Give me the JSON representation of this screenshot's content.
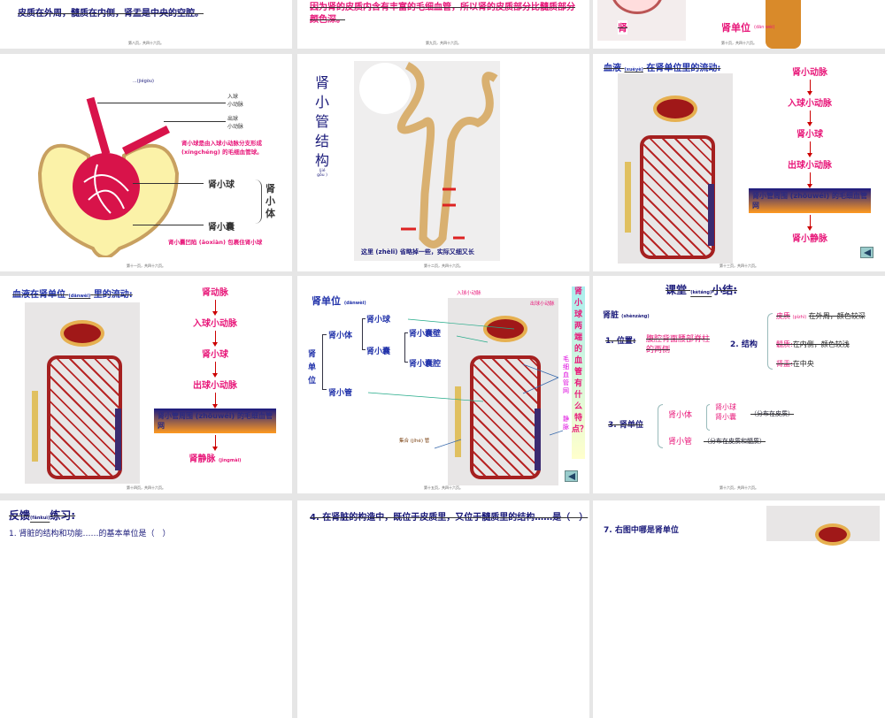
{
  "slides": [
    {
      "text": "皮质在外周，髓质在内侧，肾盂是中央的空腔。",
      "footer": "第八页，共四十六页。"
    },
    {
      "text": "因为肾的皮质内含有丰富的毛细血管，所以肾的皮质部分比髓质部分颜色深。",
      "footer": "第九页，共四十六页。"
    },
    {
      "label_kidney": "肾",
      "label_unit": "肾单位",
      "pinyin_unit": "(dān wèi)",
      "footer": "第十页，共四十六页。"
    },
    {
      "pinyin_title": "...(jiégòu)",
      "in_artery": "入球\n小动脉",
      "out_artery": "出球\n小动脉",
      "note1": "肾小球是由入球小动脉分支形成 (xíngchéng) 的毛细血管球。",
      "glomerulus": "肾小球",
      "capsule": "肾小囊",
      "corpuscle": "肾小体",
      "note2": "肾小囊凹陷 (āoxiàn) 包裹住肾小球",
      "footer": "第十一页，共四十六页。"
    },
    {
      "title": "肾小管结构",
      "pinyin": "(jié gòu )",
      "caption": "这里 (zhèlǐ) 省略掉一些，实际又细又长",
      "footer": "第十二页，共四十六页。"
    },
    {
      "title": "血液",
      "pinyin": "(xuèyè)",
      "title2": "在肾单位里的流动:",
      "flow": [
        "肾小动脉",
        "入球小动脉",
        "肾小球",
        "出球小动脉",
        "肾小管周围 (zhōuwéi) 的毛细血管网",
        "肾小静脉"
      ],
      "footer": "第十三页，共四十六页。"
    },
    {
      "title": "血液在肾单位",
      "pinyin": "(dānwèi)",
      "title2": "里的流动:",
      "flow": [
        "肾动脉",
        "入球小动脉",
        "肾小球",
        "出球小动脉",
        "肾小管周围 (zhōuwéi) 的毛细血管网",
        "肾静脉"
      ],
      "flow_pinyin": "(jìngmài)",
      "footer": "第十四页，共四十六页。"
    },
    {
      "title": "肾单位",
      "pinyin": "(dānwèi)",
      "root": "肾单位",
      "corpuscle": "肾小体",
      "glomerulus": "肾小球",
      "capsule": "肾小囊",
      "capsule_wall": "肾小囊壁",
      "capsule_cavity": "肾小囊腔",
      "tubule": "肾小管",
      "in_artery": "入球小动脉",
      "out_artery": "出球小动脉",
      "capillary": "毛细血管网",
      "vein": "静脉",
      "collecting": "集合 (jíhé) 管",
      "question": "肾小球两端的血管有什么特点？",
      "footer": "第十五页，共四十六页。"
    },
    {
      "title": "课堂",
      "pinyin": "(kètáng)",
      "title2": "小结:",
      "kidney": "肾脏",
      "kidney_pinyin": "(shènzàng)",
      "pos_label": "1. 位置:",
      "pos_value": "腹腔背面腰部脊柱的两侧",
      "struct_label": "2. 结构",
      "cortex": "皮质",
      "cortex_pinyin": "(pízhì)",
      "cortex_desc": "在外周，颜色较深",
      "medulla": "髓质:",
      "medulla_desc": "在内侧，颜色较浅",
      "pelvis": "肾盂:",
      "pelvis_desc": "在中央",
      "unit_label": "3. 肾单位",
      "corpuscle": "肾小体",
      "glomerulus": "肾小球",
      "capsule": "肾小囊",
      "dist1": "（分布在皮质）",
      "tubule": "肾小管",
      "dist2": "（分布在皮质和髓质）",
      "footer": "第十六页，共四十六页。"
    },
    {
      "title": "反馈",
      "pinyin": "(fǎnkuì)",
      "title2": "练习:",
      "line1": "1. 肾脏的结构和功能……的基本单位是（　）"
    },
    {
      "text": "4. 在肾脏的构造中，既位于皮质里，又位于髓质里的结构……是（　）"
    },
    {
      "text": "7. 右图中哪是肾单位"
    }
  ],
  "colors": {
    "pink": "#e8187a",
    "navy": "#1a1a7a",
    "background": "#e6e6e6"
  }
}
